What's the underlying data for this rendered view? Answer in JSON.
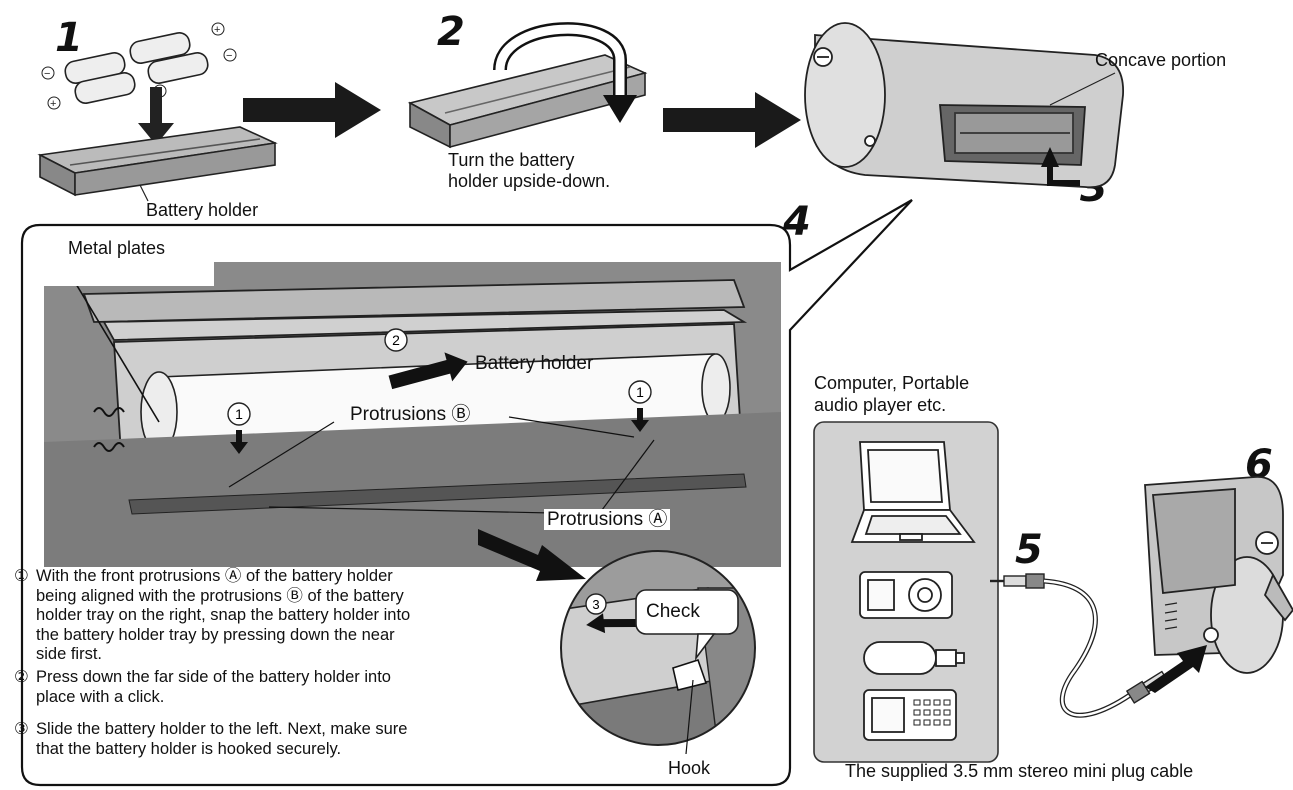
{
  "steps": {
    "s1": "1",
    "s2": "2",
    "s3": "3",
    "s4": "4",
    "s5": "5",
    "s6": "6"
  },
  "labels": {
    "battery_holder": "Battery holder",
    "turn_line1": "Turn the battery",
    "turn_line2": "holder upside-down.",
    "concave_portion": "Concave portion",
    "metal_plates": "Metal plates",
    "battery_holder_detail": "Battery holder",
    "protrusions_b": "Protrusions Ⓑ",
    "protrusions_a": "Protrusions Ⓐ",
    "check": "Check",
    "hook": "Hook",
    "devices_line1": "Computer, Portable",
    "devices_line2": "audio player etc.",
    "cable": "The supplied 3.5 mm stereo mini plug cable"
  },
  "markers": {
    "circ1": "1",
    "circ2": "2",
    "circ3": "3"
  },
  "instructions": {
    "i1_num": "①",
    "i1_l1": "With the front protrusions Ⓐ of the battery holder",
    "i1_l2": "being aligned with the protrusions Ⓑ of the battery",
    "i1_l3": "holder tray on the right, snap the battery holder into",
    "i1_l4": "the battery holder tray by pressing down the near",
    "i1_l5": "side first.",
    "i2_num": "②",
    "i2_l1": "Press down the far side of the battery holder into",
    "i2_l2": "place with a click.",
    "i3_num": "③",
    "i3_l1": "Slide the battery holder to the left. Next, make sure",
    "i3_l2": "that the battery holder is hooked securely."
  }
}
